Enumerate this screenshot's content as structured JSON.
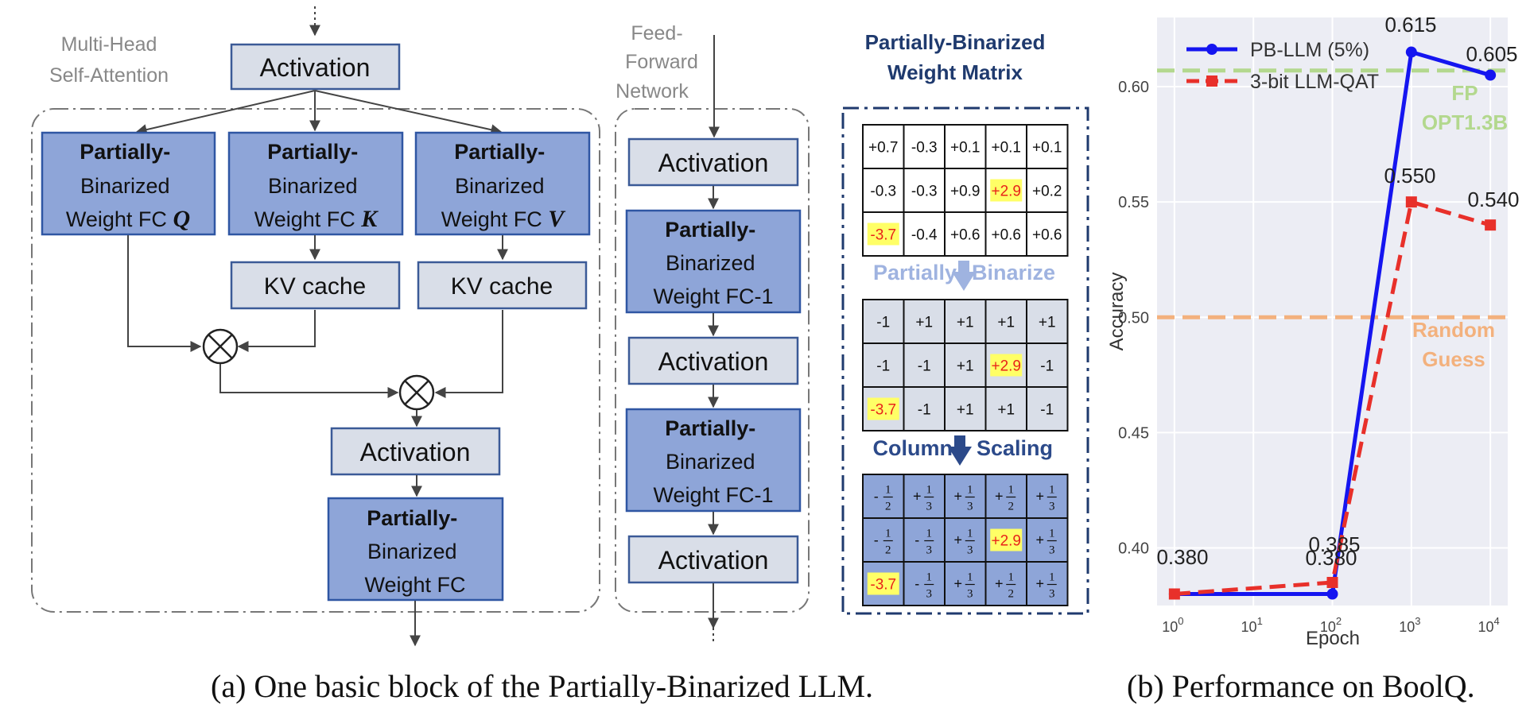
{
  "left_panel": {
    "caption": "(a) One basic block of the Partially-Binarized LLM.",
    "mhsa_label": [
      "Multi-Head",
      "Self-Attention"
    ],
    "ffn_label": [
      "Feed-",
      "Forward",
      "Network"
    ],
    "activation": "Activation",
    "kv_cache": "KV cache",
    "fc_q": [
      "Partially-",
      "Binarized",
      "Weight FC ",
      "Q"
    ],
    "fc_k": [
      "Partially-",
      "Binarized",
      "Weight FC ",
      "K"
    ],
    "fc_v": [
      "Partially-",
      "Binarized",
      "Weight FC ",
      "V"
    ],
    "fc_out": [
      "Partially-",
      "Binarized",
      "Weight FC"
    ],
    "fc1": [
      "Partially-",
      "Binarized",
      "Weight FC-1"
    ],
    "matrix_title": [
      "Partially-Binarized",
      "Weight Matrix"
    ],
    "step1": [
      "Partially",
      "Binarize"
    ],
    "step2": [
      "Column",
      "Scaling"
    ],
    "matrix_fp": [
      [
        "+0.7",
        "-0.3",
        "+0.1",
        "+0.1",
        "+0.1"
      ],
      [
        "-0.3",
        "-0.3",
        "+0.9",
        "+2.9",
        "+0.2"
      ],
      [
        "-3.7",
        "-0.4",
        "+0.6",
        "+0.6",
        "+0.6"
      ]
    ],
    "matrix_bin": [
      [
        "-1",
        "+1",
        "+1",
        "+1",
        "+1"
      ],
      [
        "-1",
        "-1",
        "+1",
        "+2.9",
        "-1"
      ],
      [
        "-3.7",
        "-1",
        "+1",
        "+1",
        "-1"
      ]
    ],
    "matrix_scaled": [
      [
        "-|2",
        "+|3",
        "+|3",
        "+|2",
        "+|3"
      ],
      [
        "-|2",
        "-|3",
        "+|3",
        "+2.9",
        "+|3"
      ],
      [
        "-3.7",
        "-|3",
        "+|3",
        "+|2",
        "+|3"
      ]
    ],
    "colors": {
      "fc_fill": "#8EA5D8",
      "fc_stroke": "#2F56A3",
      "act_fill": "#D9DEE8",
      "act_stroke": "#3B5A97",
      "highlight": "#FFFF66",
      "highlight_text": "#E8231A",
      "title_navy": "#1F3A6E",
      "step1": "#9FB3E0",
      "step2": "#2C4A8A"
    }
  },
  "chart_data": {
    "type": "line",
    "caption": "(b) Performance on BoolQ.",
    "xlabel": "Epoch",
    "ylabel": "Accuracy",
    "xscale": "log",
    "xlim": [
      1,
      10000
    ],
    "ylim": [
      0.375,
      0.63
    ],
    "x_ticks": [
      1,
      10,
      100,
      1000,
      10000
    ],
    "x_tick_labels": [
      [
        "10",
        "0"
      ],
      [
        "10",
        "1"
      ],
      [
        "10",
        "2"
      ],
      [
        "10",
        "3"
      ],
      [
        "10",
        "4"
      ]
    ],
    "y_ticks": [
      0.4,
      0.45,
      0.5,
      0.55,
      0.6
    ],
    "y_tick_labels": [
      "0.40",
      "0.45",
      "0.50",
      "0.55",
      "0.60"
    ],
    "grid": true,
    "legend_position": "top-left",
    "series": [
      {
        "name": "PB-LLM (5%)",
        "color": "#1515F0",
        "style": "solid",
        "marker": "circle",
        "x": [
          1,
          100,
          1000,
          10000
        ],
        "y": [
          0.38,
          0.38,
          0.615,
          0.605
        ],
        "labels": [
          "0.380",
          "0.380",
          "0.615",
          "0.605"
        ]
      },
      {
        "name": "3-bit LLM-QAT",
        "color": "#E8302A",
        "style": "dashed",
        "marker": "square",
        "x": [
          1,
          100,
          1000,
          10000
        ],
        "y": [
          0.38,
          0.385,
          0.55,
          0.54
        ],
        "labels": [
          "0.380",
          "0.385",
          "0.550",
          "0.540"
        ]
      }
    ],
    "reference_lines": [
      {
        "y": 0.607,
        "label": [
          "FP",
          "OPT1.3B"
        ],
        "color": "#B3D88E"
      },
      {
        "y": 0.5,
        "label": [
          "Random",
          "Guess"
        ],
        "color": "#F3B17D"
      }
    ]
  }
}
